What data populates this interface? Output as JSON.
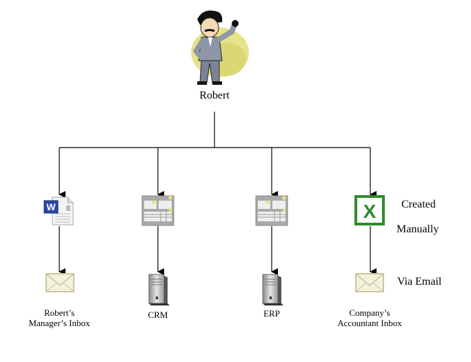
{
  "root": {
    "label": "Robert",
    "icon": "businessman-clipart-icon"
  },
  "branches": [
    {
      "source_icon": "word-document-icon",
      "target_icon": "envelope-icon",
      "target_label_lines": [
        "Robert’s",
        "Manager’s Inbox"
      ]
    },
    {
      "source_icon": "form-document-icon",
      "target_icon": "server-tower-icon",
      "target_label_lines": [
        "CRM"
      ]
    },
    {
      "source_icon": "form-document-icon",
      "target_icon": "server-tower-icon",
      "target_label_lines": [
        "ERP"
      ]
    },
    {
      "source_icon": "excel-spreadsheet-icon",
      "target_icon": "envelope-icon",
      "target_label_lines": [
        "Company’s",
        "Accountant Inbox"
      ]
    }
  ],
  "annotations": {
    "created_line1": "Created",
    "created_line2": "Manually",
    "via": "Via Email"
  }
}
